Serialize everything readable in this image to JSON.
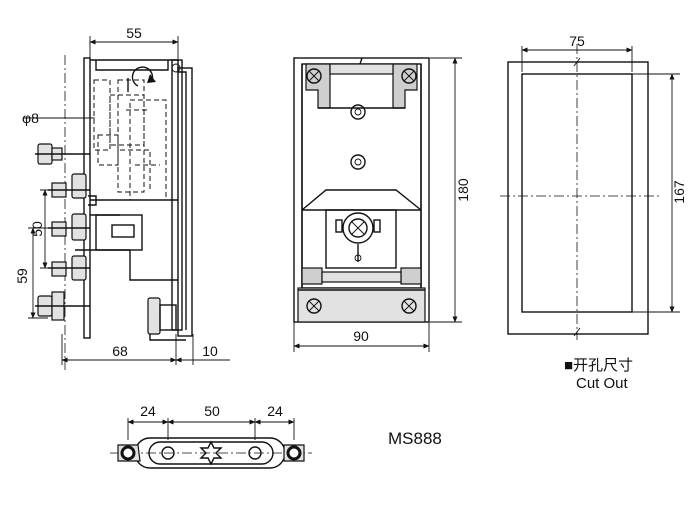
{
  "model": "MS888",
  "cutout": {
    "label_cn": "■开孔尺寸",
    "label_en": "Cut Out"
  },
  "side_view": {
    "dim_top": "55",
    "dim_phi": "φ8",
    "dim_50": "50",
    "dim_59": "59",
    "dim_68": "68",
    "dim_10": "10"
  },
  "front_view": {
    "dim_height": "180",
    "dim_width": "90"
  },
  "cutout_view": {
    "dim_width": "75",
    "dim_height": "167"
  },
  "bottom_view": {
    "dim_left": "24",
    "dim_mid": "50",
    "dim_right": "24"
  }
}
